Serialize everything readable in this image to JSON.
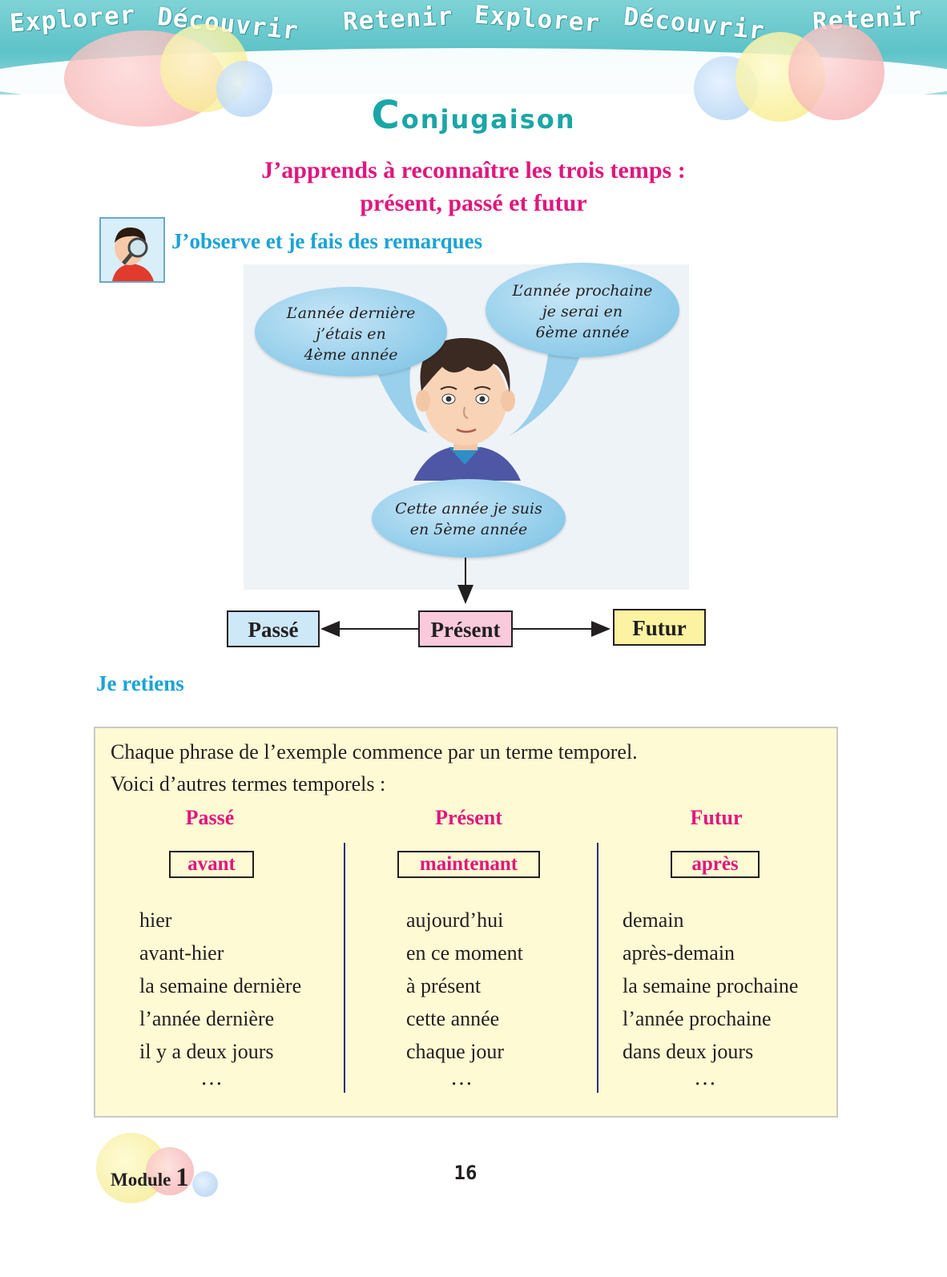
{
  "header": {
    "words": [
      "Explorer",
      "Découvrir",
      "Retenir",
      "Explorer",
      "Découvrir",
      "Retenir"
    ]
  },
  "title": {
    "first_letter": "C",
    "rest": "onjugaison"
  },
  "subtitle": {
    "line1": "J’apprends à reconnaître les trois temps :",
    "line2": "présent, passé et futur"
  },
  "observe": {
    "heading": "J’observe et je fais des remarques",
    "icon": "boy-with-magnifier-icon"
  },
  "illustration": {
    "bubble_past": [
      "L’année dernière",
      "j’étais en",
      "4ème année"
    ],
    "bubble_future": [
      "L’année prochaine",
      "je serai en",
      "6ème année"
    ],
    "bubble_present": [
      "Cette année je suis",
      "en 5ème année"
    ]
  },
  "timeline": {
    "past": "Passé",
    "present": "Présent",
    "future": "Futur",
    "colors": {
      "past": "#cde8f7",
      "present": "#f9c9dc",
      "future": "#fbf3a1"
    }
  },
  "retiens": {
    "heading": "Je retiens",
    "intro1": "Chaque phrase de l’exemple commence par un terme temporel.",
    "intro2": "Voici d’autres termes temporels :",
    "columns": [
      {
        "title": "Passé",
        "key": "avant",
        "terms": [
          "hier",
          "avant-hier",
          "la semaine dernière",
          "l’année dernière",
          "il y a deux jours"
        ],
        "more": "…"
      },
      {
        "title": "Présent",
        "key": "maintenant",
        "terms": [
          "aujourd’hui",
          "en ce moment",
          "à présent",
          "cette année",
          "chaque jour"
        ],
        "more": "…"
      },
      {
        "title": "Futur",
        "key": "après",
        "terms": [
          "demain",
          "après-demain",
          "la semaine prochaine",
          "l’année prochaine",
          "dans deux jours"
        ],
        "more": "…"
      }
    ]
  },
  "footer": {
    "module_label": "Module",
    "module_number": "1",
    "page_number": "16"
  }
}
